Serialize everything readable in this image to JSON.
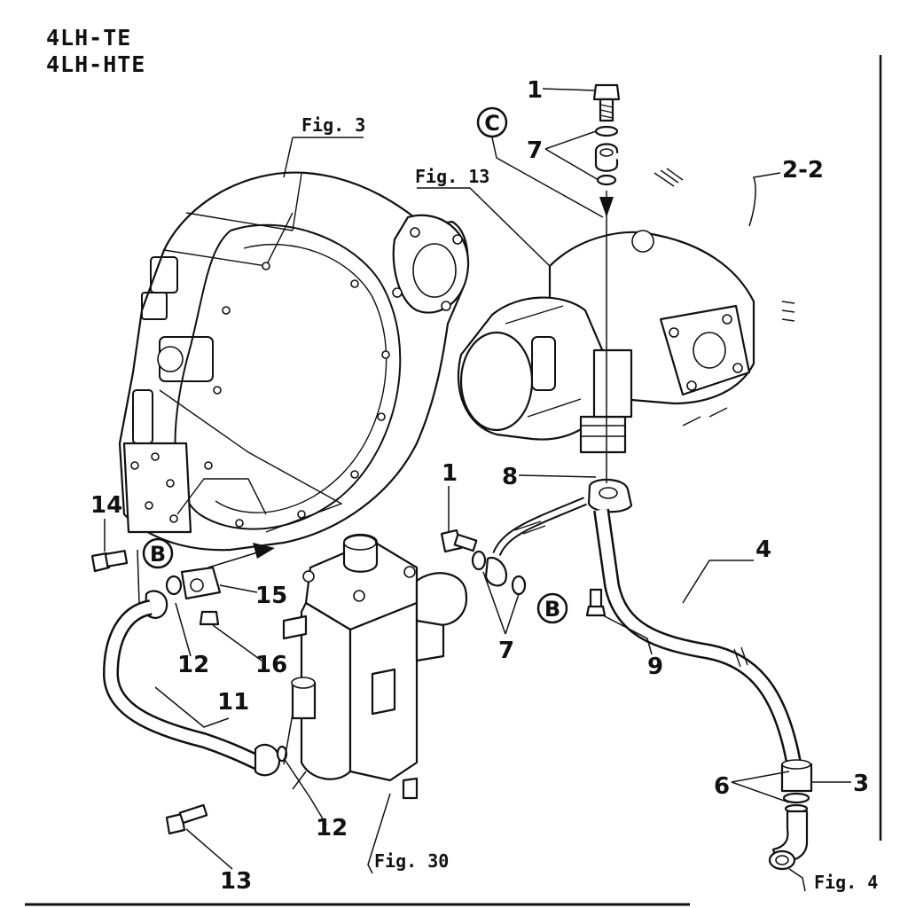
{
  "header": {
    "model_line_1": "4LH-TE",
    "model_line_2": "4LH-HTE"
  },
  "figure_refs": {
    "fig3": "Fig. 3",
    "fig13": "Fig. 13",
    "fig30": "Fig. 30",
    "fig4": "Fig. 4"
  },
  "circled_markers": {
    "c": "C",
    "b_left": "B",
    "b_right": "B"
  },
  "callouts": {
    "p1_top": "1",
    "p7_top": "7",
    "p2_2": "2-2",
    "p8": "8",
    "p1_mid": "1",
    "p4": "4",
    "p7_mid": "7",
    "p9": "9",
    "p6": "6",
    "p3": "3",
    "p14": "14",
    "p15": "15",
    "p12_left": "12",
    "p16": "16",
    "p11": "11",
    "p12_bottom": "12",
    "p13": "13"
  }
}
